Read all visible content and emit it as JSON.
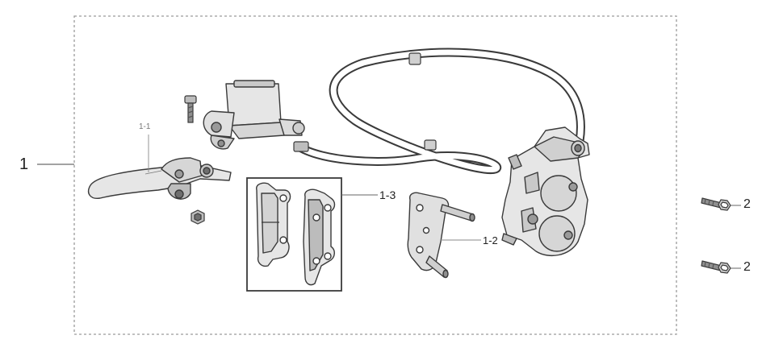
{
  "callouts": {
    "assembly": "1",
    "lever": "1-1",
    "pads": "1-3",
    "bracket": "1-2",
    "bolt_upper": "2",
    "bolt_lower": "2"
  },
  "colors": {
    "line": "#3a3a3a",
    "fill_light": "#e6e6e6",
    "fill_mid": "#c9c9c9",
    "fill_dark": "#8f8f8f",
    "border": "#9a9a9a"
  },
  "icons": {
    "lever": "brake-lever-icon",
    "master_cylinder": "master-cylinder-icon",
    "hose": "brake-hose-icon",
    "caliper": "brake-caliper-icon",
    "bracket": "caliper-bracket-icon",
    "pads": "brake-pad-icon",
    "bolt": "bolt-icon",
    "nut": "nut-icon"
  }
}
